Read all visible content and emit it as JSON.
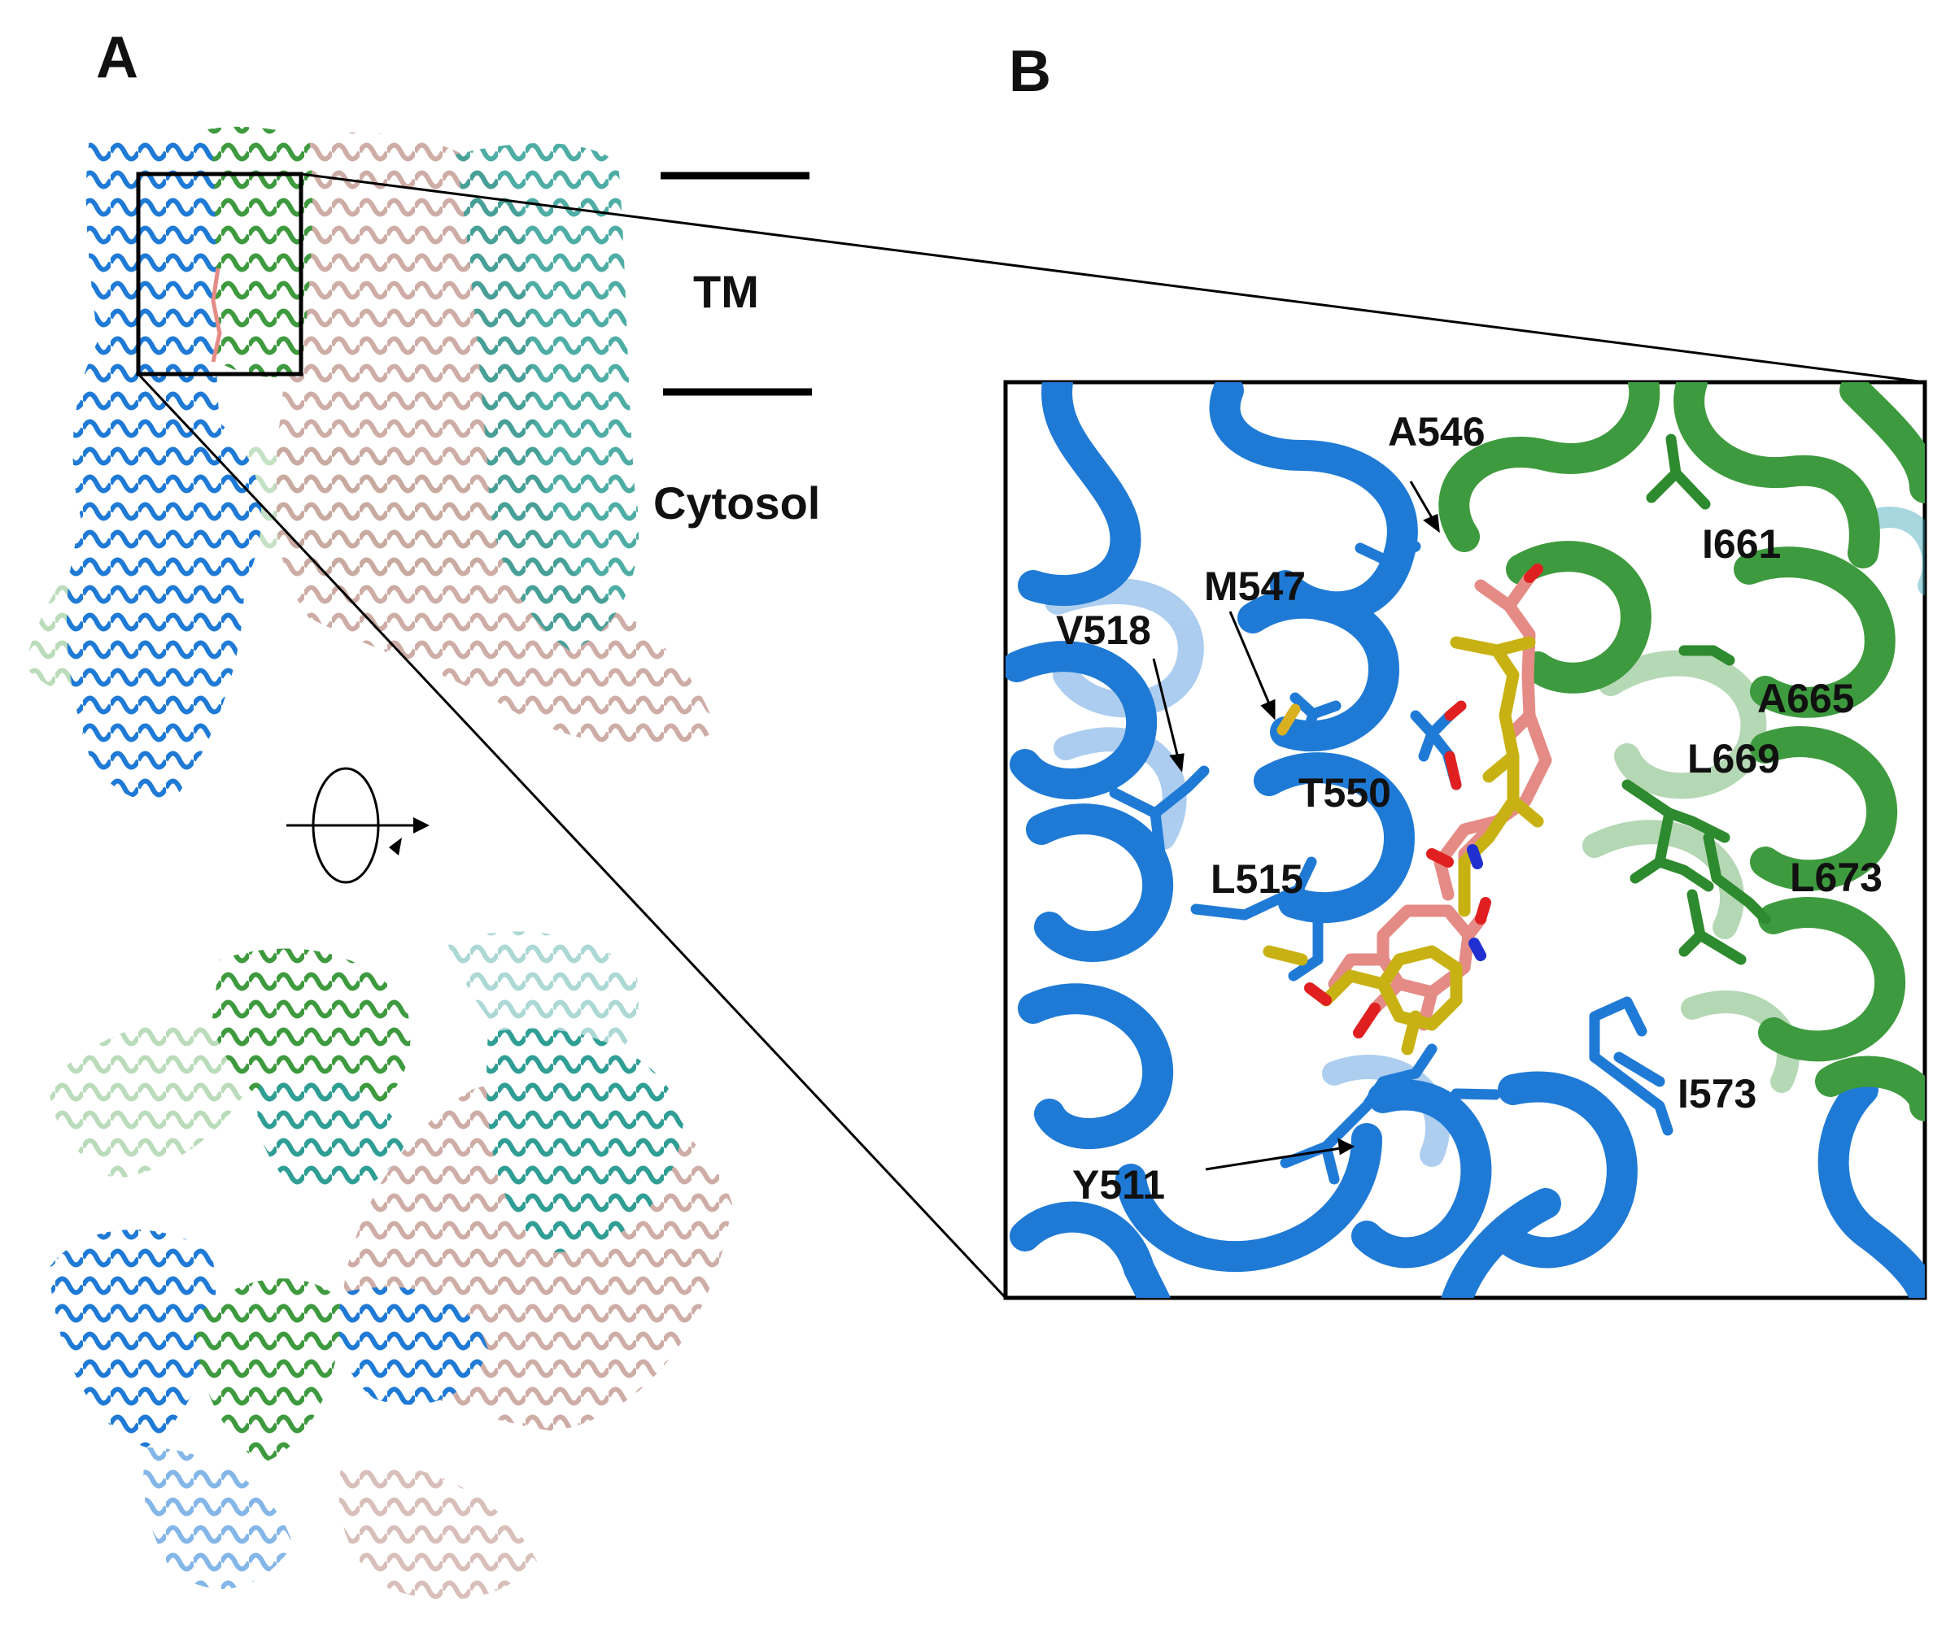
{
  "panels": {
    "a": {
      "letter": "A"
    },
    "b": {
      "letter": "B"
    }
  },
  "regions": {
    "tm": "TM",
    "cytosol": "Cytosol"
  },
  "residues": {
    "a546": "A546",
    "i661": "I661",
    "m547": "M547",
    "v518": "V518",
    "a665": "A665",
    "l669": "L669",
    "t550": "T550",
    "l515": "L515",
    "l673": "L673",
    "i573": "I573",
    "y511": "Y511"
  },
  "colors": {
    "chain_blue": "#1f7ad6",
    "chain_green": "#3e9a3e",
    "chain_pink": "#c9a49c",
    "chain_teal": "#2f9e95",
    "ligand_pink": "#e58b86",
    "ligand_yellow": "#c8b213",
    "oxygen": "#e02020",
    "nitrogen": "#2030d0",
    "sulfur": "#d8b020"
  },
  "icons": {
    "rotation": "rotation-arrow-icon"
  }
}
